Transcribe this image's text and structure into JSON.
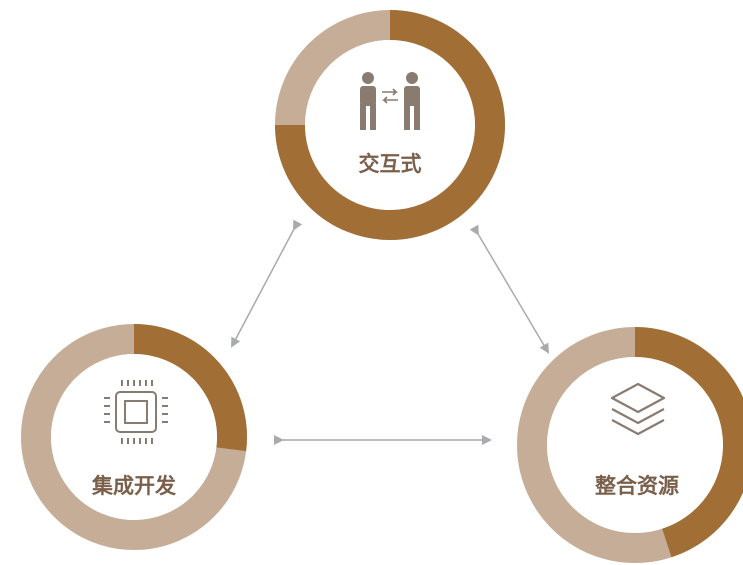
{
  "diagram": {
    "nodes": [
      {
        "id": "interactive",
        "label": "交互式",
        "icon": "handshake-people-icon",
        "progress": 0.75
      },
      {
        "id": "integrated-dev",
        "label": "集成开发",
        "icon": "chip-icon",
        "progress": 0.27
      },
      {
        "id": "resource-integration",
        "label": "整合资源",
        "icon": "layers-stack-icon",
        "progress": 0.45
      }
    ],
    "edges": [
      {
        "from": "interactive",
        "to": "integrated-dev",
        "bidirectional": true
      },
      {
        "from": "interactive",
        "to": "resource-integration",
        "bidirectional": true
      },
      {
        "from": "integrated-dev",
        "to": "resource-integration",
        "bidirectional": true
      }
    ],
    "colors": {
      "ring_track": "#c6ad98",
      "ring_progress": "#a16f36",
      "icon": "#8a7b70",
      "label": "#7a5f4a",
      "connector": "#a9aaae",
      "background": "#ffffff"
    }
  }
}
